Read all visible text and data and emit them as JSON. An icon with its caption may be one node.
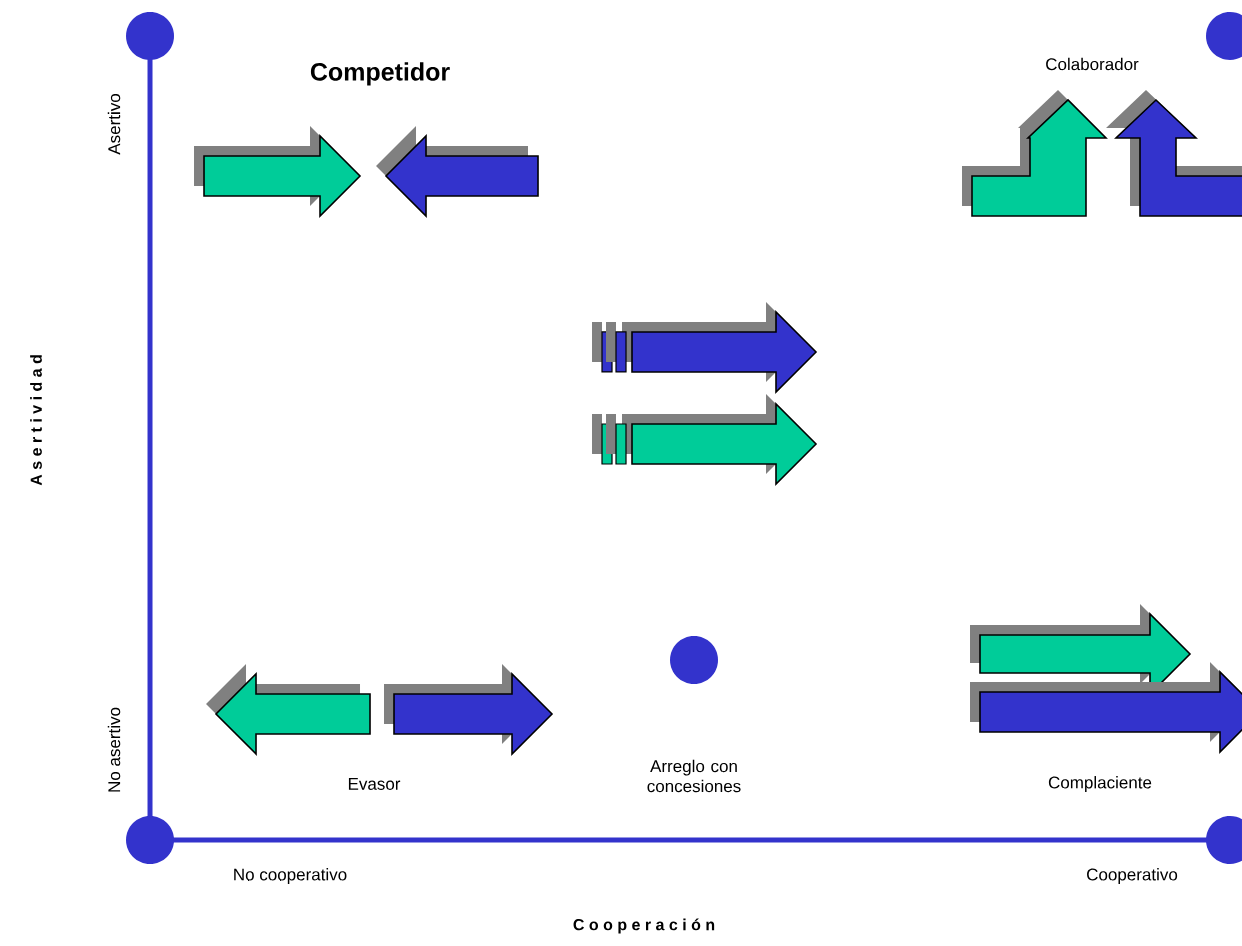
{
  "diagram": {
    "labels": [
      "Competidor",
      "Colaborador",
      "Asertivo",
      "A s e r t i v i d a d",
      "No asertivo",
      "Evasor",
      "Arreglo con concesiones",
      "Complaciente",
      "No cooperativo",
      "Cooperativo",
      "C o o p e r a c i ó n"
    ]
  }
}
